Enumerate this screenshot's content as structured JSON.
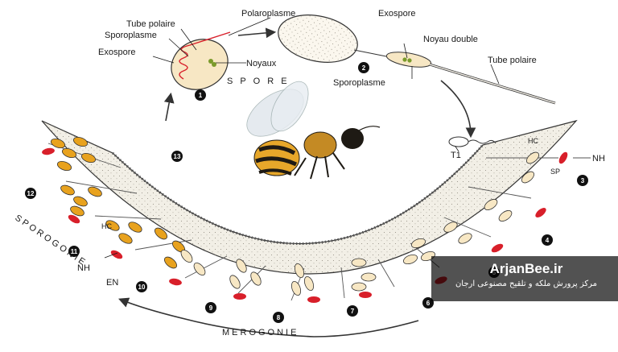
{
  "labels": {
    "tube_polaire_1": "Tube polaire",
    "sporoplasme_1": "Sporoplasme",
    "exospore_1": "Exospore",
    "polaroplasme": "Polaroplasme",
    "noyaux": "Noyaux",
    "spore": "S P O R E",
    "exospore_2": "Exospore",
    "noyau_double": "Noyau double",
    "tube_polaire_2": "Tube polaire",
    "sporoplasme_2": "Sporoplasme",
    "t1": "T1",
    "hc_3": "HC",
    "sp": "SP",
    "nh_3": "NH",
    "hc_11": "HC",
    "nh_10": "NH",
    "en": "EN",
    "sporogonie": "SPOROGONIE",
    "merogonie": "MEROGONIE"
  },
  "stages": [
    "1",
    "2",
    "3",
    "4",
    "5",
    "6",
    "7",
    "8",
    "9",
    "10",
    "11",
    "12",
    "13"
  ],
  "watermark": {
    "title": "ArjanBee.ir",
    "subtitle": "مرکز پرورش ملکه و تلقیح مصنوعی ارجان"
  },
  "colors": {
    "epithelium": "#f2efe6",
    "spore_fill": "#f7e7c4",
    "spore_orange": "#e8a21e",
    "nucleus_red": "#d81f2a",
    "bee_yellow": "#e7a72a",
    "bee_dark": "#1e1a14"
  }
}
